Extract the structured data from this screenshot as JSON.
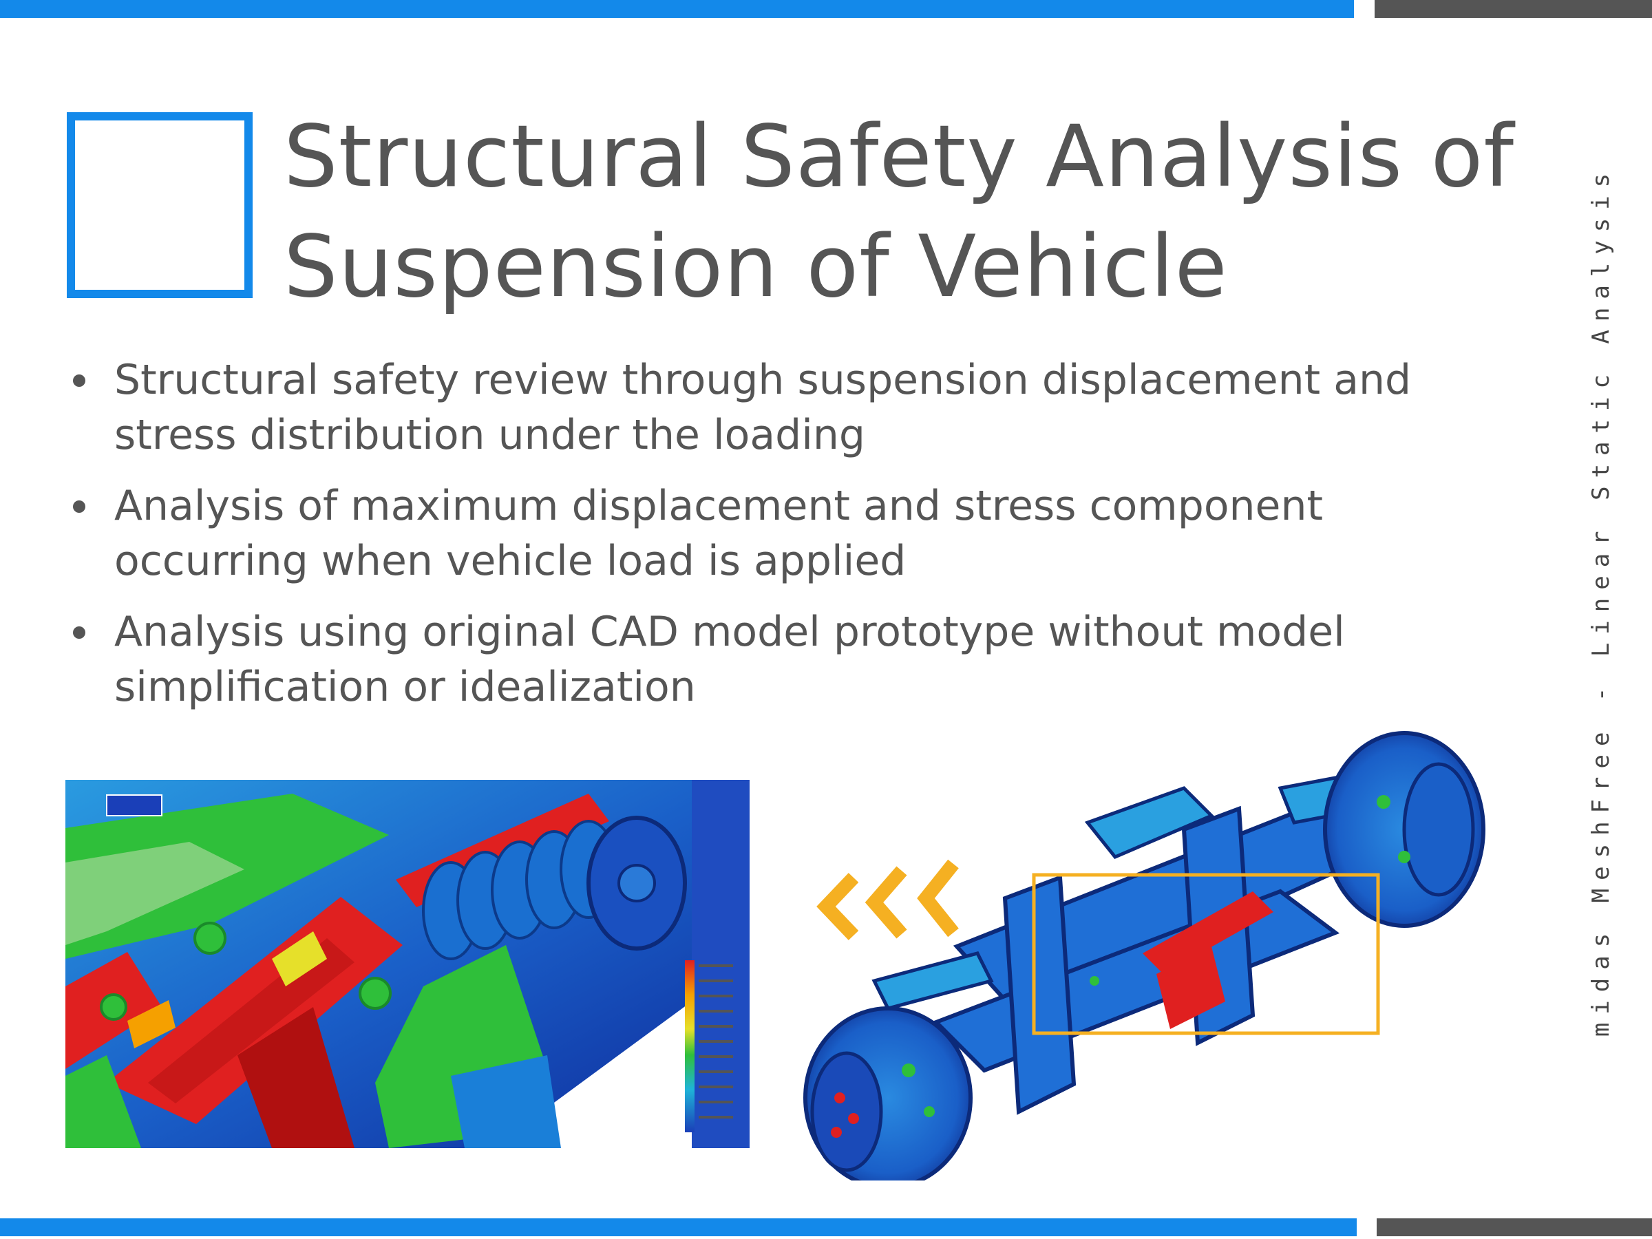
{
  "title": {
    "line1": "Structural Safety Analysis of",
    "line2": "Suspension of Vehicle"
  },
  "bullets": [
    {
      "lines": [
        "Structural safety review through suspension displacement and",
        "stress distribution under the loading"
      ]
    },
    {
      "lines": [
        "Analysis of maximum displacement and stress component",
        "occurring when vehicle load is applied"
      ]
    },
    {
      "lines": [
        "Analysis using original CAD model prototype without model",
        "simplification or idealization"
      ]
    }
  ],
  "side_label": "midas MeshFree - Linear Static Analysis",
  "colors": {
    "accent": "#1389ea",
    "bar_gray": "#555555",
    "text": "#555555",
    "highlight": "#f5b022"
  },
  "images": {
    "left": "stress-contour-closeup",
    "right": "suspension-assembly-contour"
  }
}
